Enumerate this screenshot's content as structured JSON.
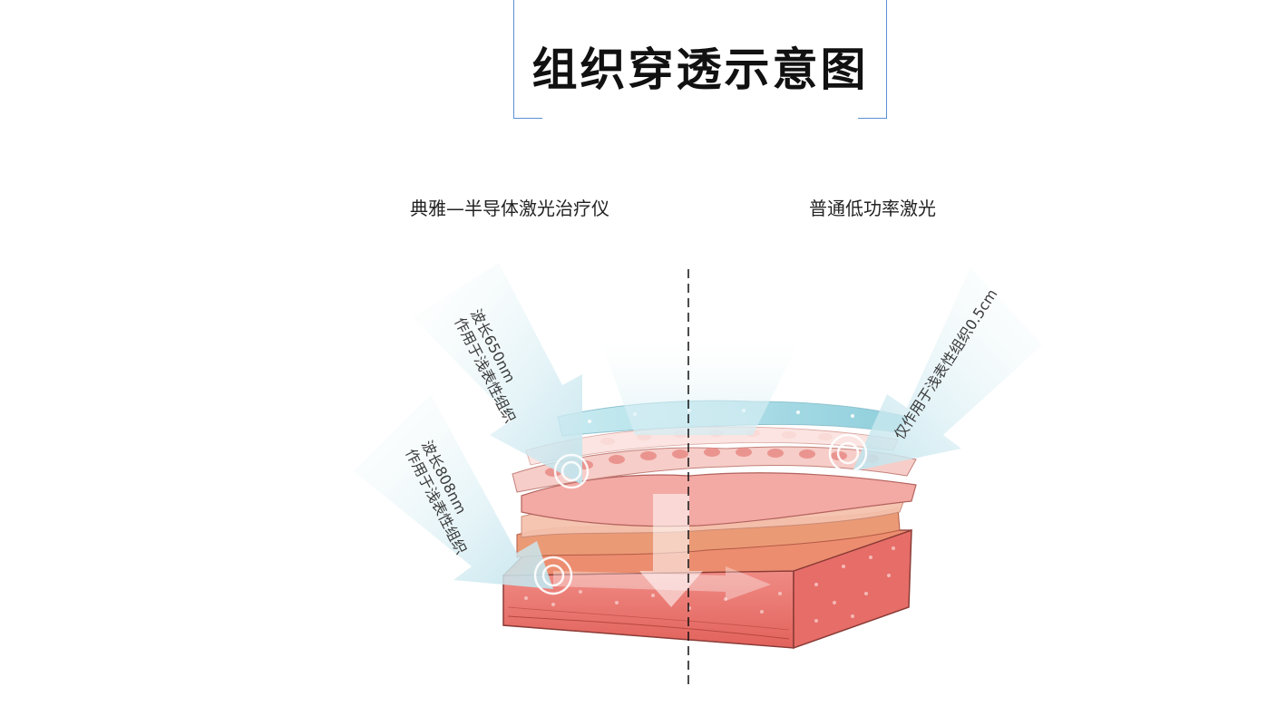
{
  "title": "组织穿透示意图",
  "columns": {
    "left_label": "典雅—半导体激光治疗仪",
    "right_label": "普通低功率激光"
  },
  "annotations": {
    "left_top": {
      "line1": "波长650nm",
      "line2": "作用于浅表性组织"
    },
    "left_bottom": {
      "line1": "波长808nm",
      "line2": "作用于浅表性组织"
    },
    "right": {
      "line1": "仅作用于浅表性组织0.5cm"
    }
  },
  "colors": {
    "title_frame": "#5b8fd6",
    "skin_dark": "#e36f6f",
    "skin_light": "#f3b1a9",
    "water_layer": "#a9d9e4",
    "arrow_tint": "#d8eef4"
  }
}
